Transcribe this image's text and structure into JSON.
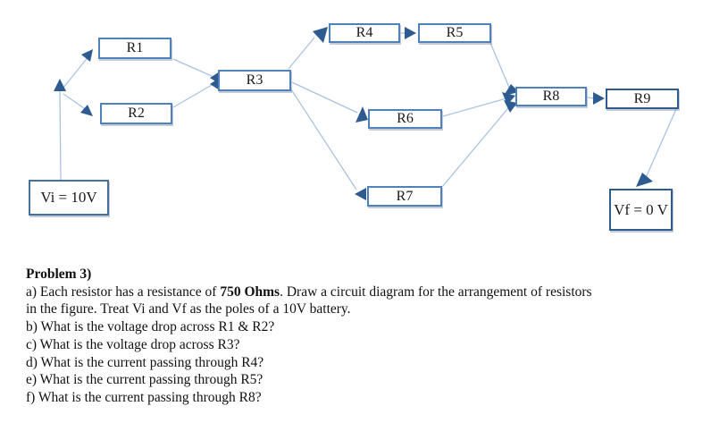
{
  "diagram": {
    "nodes": [
      {
        "id": "vi",
        "label": "Vi = 10V"
      },
      {
        "id": "r1",
        "label": "R1"
      },
      {
        "id": "r2",
        "label": "R2"
      },
      {
        "id": "r3",
        "label": "R3"
      },
      {
        "id": "r4",
        "label": "R4"
      },
      {
        "id": "r5",
        "label": "R5"
      },
      {
        "id": "r6",
        "label": "R6"
      },
      {
        "id": "r7",
        "label": "R7"
      },
      {
        "id": "r8",
        "label": "R8"
      },
      {
        "id": "r9",
        "label": "R9"
      },
      {
        "id": "vf",
        "label": "Vf = 0 V"
      }
    ],
    "connections": [
      "Vi-R1",
      "Vi-R2",
      "R1-R3",
      "R2-R3",
      "R3-R4",
      "R4-R5",
      "R3-R6",
      "R3-R7",
      "R5-R8",
      "R6-R8",
      "R7-R8",
      "R8-R9",
      "R9-Vf"
    ]
  },
  "problem": {
    "title": "Problem 3)",
    "line_a_1": "a) Each resistor has a resistance of ",
    "line_a_bold": "750 Ohms",
    "line_a_2": ". Draw a circuit diagram for the arrangement of resistors",
    "line_a_3": "in the figure. Treat Vi and Vf as the poles of a 10V battery.",
    "line_b": "b) What is the voltage drop across R1 & R2?",
    "line_c": "c) What is the voltage drop across R3?",
    "line_d": "d) What is the current passing through R4?",
    "line_e": "e) What is the current passing through R5?",
    "line_f": "f) What is the current passing through R8?"
  },
  "colors": {
    "box_border": "#4f81bd",
    "dark_box_border": "#2e5c8e",
    "connector_line": "#a9c3e1",
    "arrowhead": "#2e5b90",
    "text": "#111111"
  }
}
